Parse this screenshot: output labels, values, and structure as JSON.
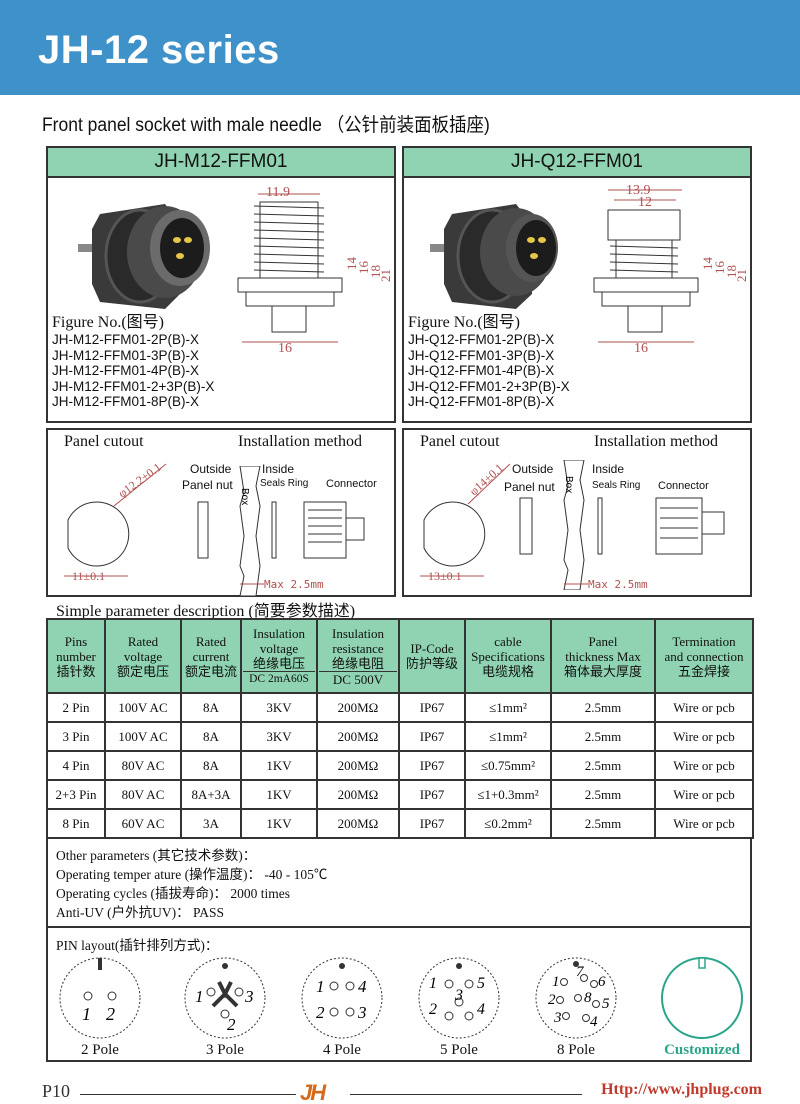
{
  "header": {
    "title": "JH-12 series"
  },
  "subtitle": "Front panel socket with male needle （公针前装面板插座)",
  "products": [
    {
      "name": "JH-M12-FFM01",
      "figure_label": "Figure No.(图号)",
      "models": [
        "JH-M12-FFM01-2P(B)-X",
        "JH-M12-FFM01-3P(B)-X",
        "JH-M12-FFM01-4P(B)-X",
        "JH-M12-FFM01-2+3P(B)-X",
        "JH-M12-FFM01-8P(B)-X"
      ],
      "dims": {
        "top": "11.9",
        "d1": "14",
        "d2": "16",
        "d3": "18",
        "d4": "21",
        "bottom": "16"
      }
    },
    {
      "name": "JH-Q12-FFM01",
      "figure_label": "Figure No.(图号)",
      "models": [
        "JH-Q12-FFM01-2P(B)-X",
        "JH-Q12-FFM01-3P(B)-X",
        "JH-Q12-FFM01-4P(B)-X",
        "JH-Q12-FFM01-2+3P(B)-X",
        "JH-Q12-FFM01-8P(B)-X"
      ],
      "dims": {
        "top": "13.9",
        "top2": "12",
        "d1": "14",
        "d2": "16",
        "d3": "18",
        "d4": "21",
        "bottom": "16"
      }
    }
  ],
  "cutouts": [
    {
      "panel_cutout": "Panel cutout",
      "install": "Installation method",
      "dia": "φ12.2±0.1",
      "width": "11±0.1",
      "outside": "Outside",
      "inside": "Inside",
      "panel_nut": "Panel nut",
      "box": "Box",
      "seals": "Seals Ring",
      "connector": "Connector",
      "max": "Max 2.5mm"
    },
    {
      "panel_cutout": "Panel cutout",
      "install": "Installation method",
      "dia": "φ14±0.1",
      "width": "13±0.1",
      "outside": "Outside",
      "inside": "Inside",
      "panel_nut": "Panel nut",
      "box": "Box",
      "seals": "Seals Ring",
      "connector": "Connector",
      "max": "Max 2.5mm"
    }
  ],
  "param_title": "Simple parameter description (简要参数描述)",
  "table": {
    "headers": [
      [
        "Pins",
        "number",
        "插针数"
      ],
      [
        "Rated",
        "voltage",
        "额定电压"
      ],
      [
        "Rated",
        "current",
        "额定电流"
      ],
      [
        "Insulation",
        "voltage",
        "绝缘电压",
        "DC 2mA60S"
      ],
      [
        "Insulation",
        "resistance",
        "绝缘电阻",
        "DC 500V"
      ],
      [
        "IP-Code",
        "防护等级"
      ],
      [
        "cable",
        "Specifications",
        "电缆规格"
      ],
      [
        "Panel",
        "thickness Max",
        "箱体最大厚度"
      ],
      [
        "Termination",
        "and connection",
        "五金焊接"
      ]
    ],
    "rows": [
      [
        "2 Pin",
        "100V AC",
        "8A",
        "3KV",
        "200MΩ",
        "IP67",
        "≤1mm²",
        "2.5mm",
        "Wire or pcb"
      ],
      [
        "3 Pin",
        "100V AC",
        "8A",
        "3KV",
        "200MΩ",
        "IP67",
        "≤1mm²",
        "2.5mm",
        "Wire or pcb"
      ],
      [
        "4 Pin",
        "80V AC",
        "8A",
        "1KV",
        "200MΩ",
        "IP67",
        "≤0.75mm²",
        "2.5mm",
        "Wire or pcb"
      ],
      [
        "2+3 Pin",
        "80V AC",
        "8A+3A",
        "1KV",
        "200MΩ",
        "IP67",
        "≤1+0.3mm²",
        "2.5mm",
        "Wire or pcb"
      ],
      [
        "8 Pin",
        "60V AC",
        "3A",
        "1KV",
        "200MΩ",
        "IP67",
        "≤0.2mm²",
        "2.5mm",
        "Wire or pcb"
      ]
    ]
  },
  "other_params": [
    "Other parameters (其它技术参数)：",
    "Operating temper ature (操作温度)： -40 - 105℃",
    "Operating cycles (插拔寿命)： 2000 times",
    "Anti-UV (户外抗UV)： PASS"
  ],
  "pin_layout": {
    "title": "PIN layout(插针排列方式)：",
    "poles": [
      "2 Pole",
      "3 Pole",
      "4 Pole",
      "5 Pole",
      "8 Pole",
      "Customized"
    ],
    "pin_labels": {
      "p2": [
        "1",
        "2"
      ],
      "p3": [
        "1",
        "3",
        "2"
      ],
      "p4": [
        "1",
        "4",
        "2",
        "3"
      ],
      "p5": [
        "1",
        "5",
        "3",
        "2",
        "4"
      ],
      "p8": [
        "1",
        "7",
        "6",
        "2",
        "8",
        "5",
        "3",
        "4"
      ]
    }
  },
  "footer": {
    "page": "P10",
    "logo": "JH",
    "url": "Http://www.jhplug.com"
  },
  "colors": {
    "banner": "#3f92c9",
    "header_fill": "#8fd3b2",
    "customized": "#2aa58a",
    "url": "#c0392b"
  }
}
